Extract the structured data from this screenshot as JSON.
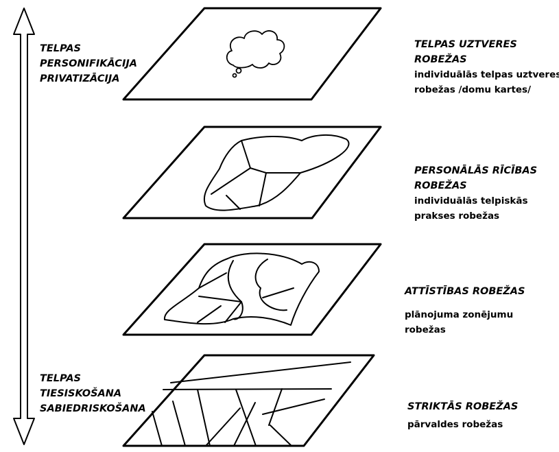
{
  "axis": {
    "top_lines": [
      "TELPAS",
      "PERSONIFIKĀCIJA",
      "PRIVATIZĀCIJA"
    ],
    "bottom_lines": [
      "TELPAS",
      "TIESISKOŠANA",
      "SABIEDRISKOŠANA"
    ]
  },
  "layers": [
    {
      "title_lines": [
        "TELPAS UZTVERES",
        "ROBEŽAS"
      ],
      "desc_lines": [
        "individuālās telpas uztveres",
        "robežas /domu kartes/"
      ]
    },
    {
      "title_lines": [
        "PERSONĀLĀS RĪCĪBAS",
        "ROBEŽAS"
      ],
      "desc_lines": [
        "individuālās telpiskās",
        "prakses robežas"
      ]
    },
    {
      "title_lines": [
        "ATTĪSTĪBAS ROBEŽAS"
      ],
      "desc_lines": [
        "plānojuma zonējumu",
        "robežas"
      ]
    },
    {
      "title_lines": [
        "STRIKTĀS ROBEŽAS"
      ],
      "desc_lines": [
        "pārvaldes robežas"
      ]
    }
  ]
}
